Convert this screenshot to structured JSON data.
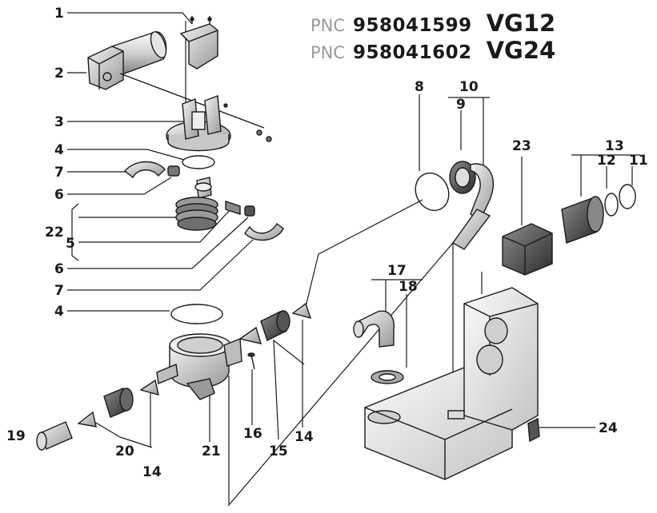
{
  "header": {
    "rows": [
      {
        "prefix": "PNC",
        "number": "958041599",
        "model": "VG12"
      },
      {
        "prefix": "PNC",
        "number": "958041602",
        "model": "VG24"
      }
    ]
  },
  "callouts": [
    "1",
    "2",
    "3",
    "4",
    "7",
    "6",
    "22",
    "5",
    "6",
    "7",
    "4",
    "8",
    "10",
    "9",
    "23",
    "13",
    "12",
    "11",
    "17",
    "18",
    "14",
    "15",
    "16",
    "21",
    "20",
    "14",
    "19",
    "24"
  ]
}
